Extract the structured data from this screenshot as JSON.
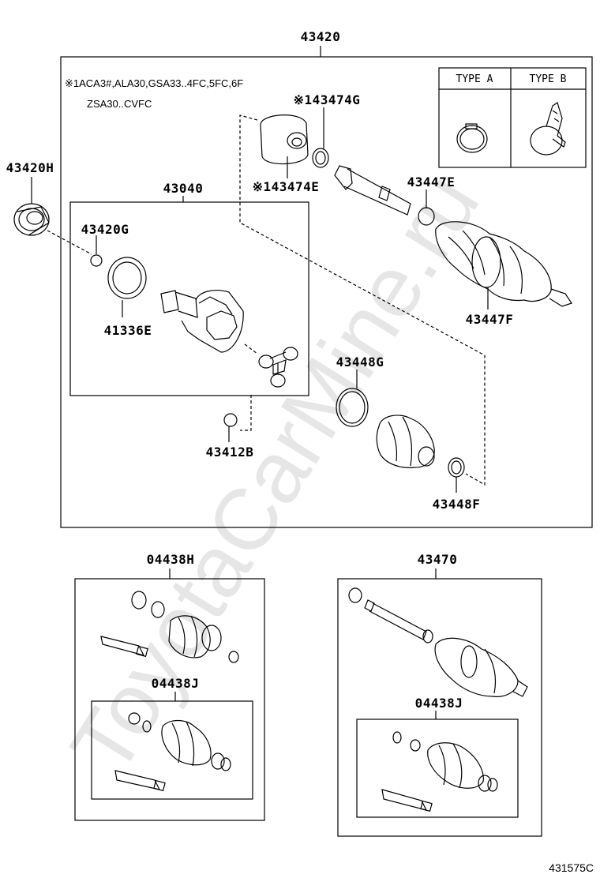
{
  "diagram": {
    "main_assembly": "43420",
    "note_line1": "※1ACA3#,ALA30,GSA33..4FC,5FC,6F",
    "note_line2": "ZSA30..CVFC",
    "type_a": "TYPE A",
    "type_b": "TYPE B",
    "labels": {
      "p43420H": "43420H",
      "p43040": "43040",
      "p43420G": "43420G",
      "p41336E": "41336E",
      "p43412B": "43412B",
      "p43474G": "※143474G",
      "p43474E": "※143474E",
      "p43447E": "43447E",
      "p43447F": "43447F",
      "p43448G": "43448G",
      "p43448F": "43448F",
      "p04438H": "04438H",
      "p04438J_left": "04438J",
      "p43470": "43470",
      "p04438J_right": "04438J"
    },
    "reference_code": "431575C",
    "watermark": "ToyotaCarMine.ru"
  },
  "colors": {
    "line": "#000000",
    "watermark": "#e6e6e6"
  }
}
